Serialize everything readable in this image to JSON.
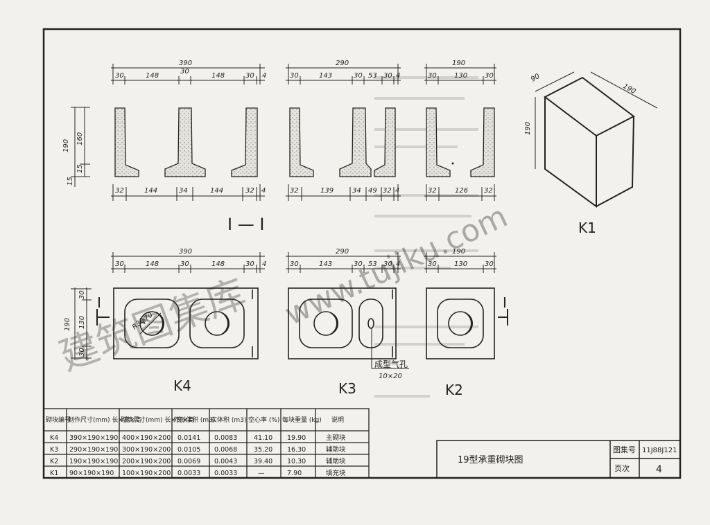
{
  "drawing": {
    "top_dims": {
      "k4": {
        "total": "390",
        "parts": [
          "30",
          "148",
          "30",
          "148",
          "30",
          "4"
        ]
      },
      "k3": {
        "total": "290",
        "parts": [
          "30",
          "143",
          "30",
          "53",
          "30",
          "4"
        ]
      },
      "k2": {
        "total": "190",
        "parts": [
          "30",
          "130",
          "30"
        ]
      }
    },
    "bottom_dims": {
      "k4": [
        "32",
        "144",
        "34",
        "144",
        "32",
        "4"
      ],
      "k3": [
        "32",
        "139",
        "34",
        "49",
        "32",
        "4"
      ],
      "k2": [
        "32",
        "126",
        "32"
      ]
    },
    "side_dims": [
      "190",
      "160",
      "15",
      "15"
    ],
    "section_label": "I — I",
    "plan_dims": {
      "k4": {
        "total": "390",
        "parts": [
          "30",
          "148",
          "30",
          "148",
          "30",
          "4"
        ]
      },
      "k3": {
        "total": "290",
        "parts": [
          "30",
          "143",
          "30",
          "53",
          "30",
          "4"
        ]
      },
      "k2": {
        "total": "190",
        "parts": [
          "30",
          "130",
          "30"
        ]
      }
    },
    "plan_side": [
      "190",
      "30",
      "130",
      "30"
    ],
    "hole_labels": [
      "R30",
      "φ70"
    ],
    "cut_marks": [
      "I",
      "I"
    ],
    "vent_label": "成型气孔",
    "vent_size": "10×20",
    "block_labels": {
      "k4": "K4",
      "k3": "K3",
      "k2": "K2",
      "k1": "K1"
    },
    "iso_dims": [
      "90",
      "190",
      "190"
    ],
    "watermark": "www.tujiku.com",
    "watermark_cn": "建筑图集库"
  },
  "table": {
    "headers": [
      "砌块编号",
      "制作尺寸(mm) 长×宽×高",
      "砌筑尺寸(mm) 长×宽×高",
      "外形体积 (m3)",
      "实体积 (m3)",
      "空心率 (%)",
      "每块重量 (kg)",
      "说明"
    ],
    "rows": [
      [
        "K4",
        "390×190×190",
        "400×190×200",
        "0.0141",
        "0.0083",
        "41.10",
        "19.90",
        "主砌块"
      ],
      [
        "K3",
        "290×190×190",
        "300×190×200",
        "0.0105",
        "0.0068",
        "35.20",
        "16.30",
        "辅助块"
      ],
      [
        "K2",
        "190×190×190",
        "200×190×200",
        "0.0069",
        "0.0043",
        "39.40",
        "10.30",
        "辅助块"
      ],
      [
        "K1",
        "90×190×190",
        "100×190×200",
        "0.0033",
        "0.0033",
        "—",
        "7.90",
        "填充块"
      ]
    ]
  },
  "title_block": {
    "title": "19型承重砌块图",
    "atlas_label": "图集号",
    "atlas_value": "11J88J121",
    "page_label": "页次",
    "page_value": "4"
  }
}
